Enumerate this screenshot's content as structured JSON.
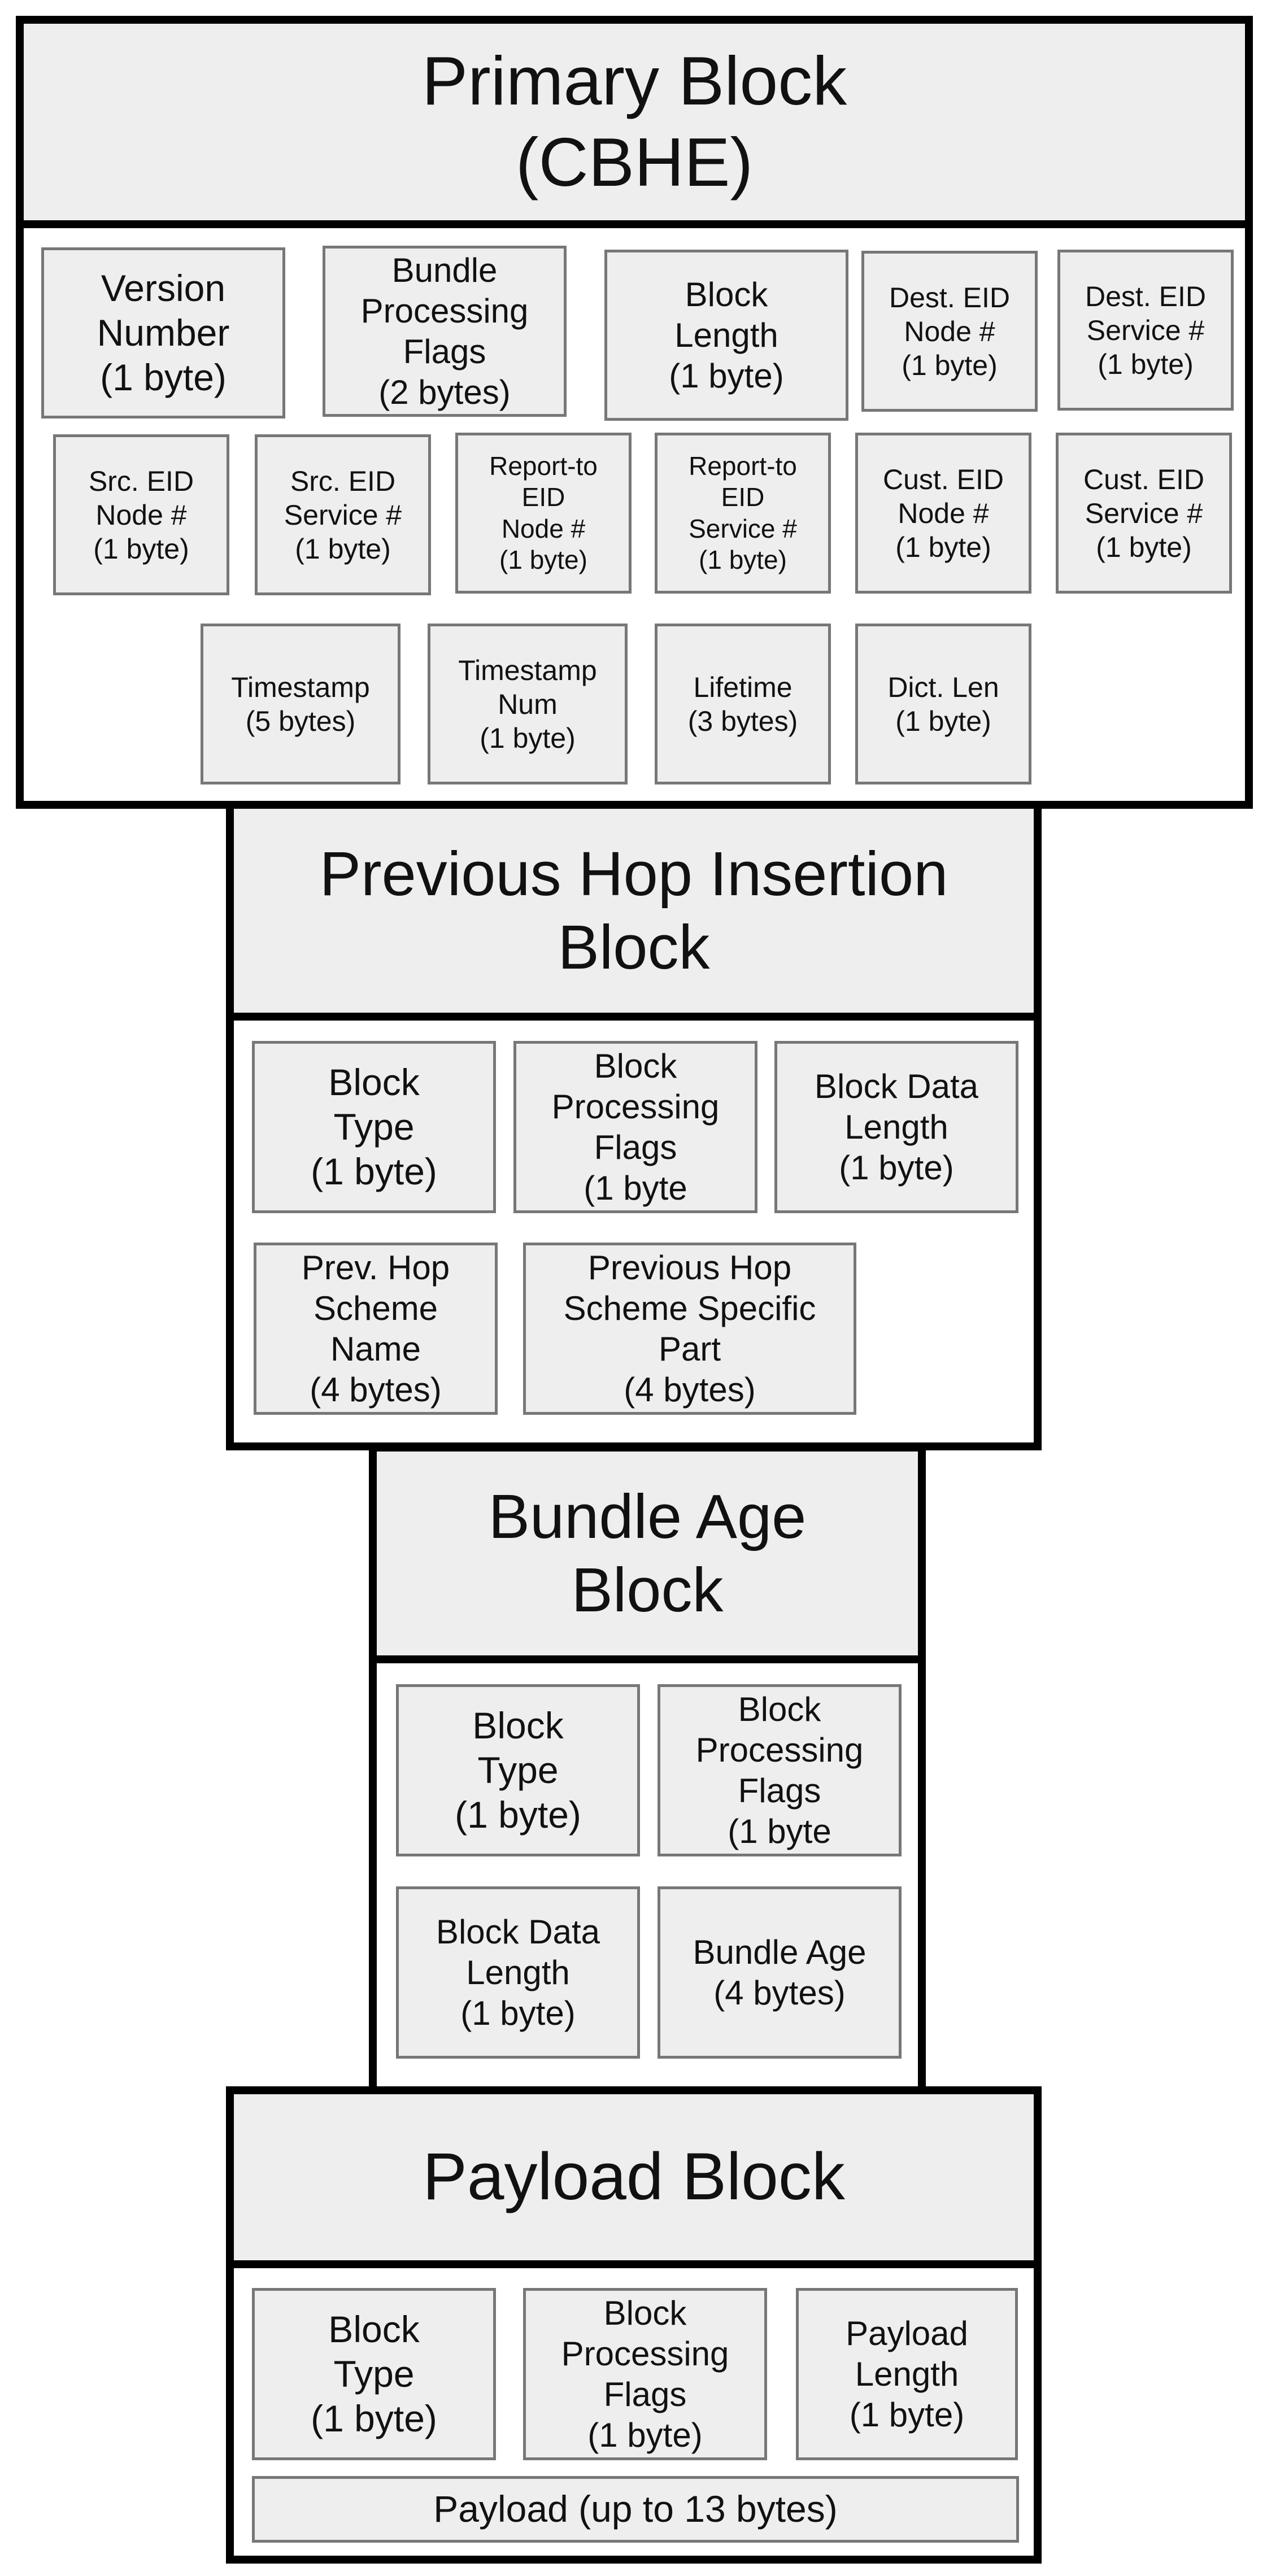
{
  "blocks": {
    "primary": {
      "title": [
        "Primary Block",
        "(CBHE)"
      ],
      "fields": {
        "version": [
          "Version",
          "Number",
          "(1 byte)"
        ],
        "flags": [
          "Bundle",
          "Processing",
          "Flags",
          "(2 bytes)"
        ],
        "block_length": [
          "Block",
          "Length",
          "(1 byte)"
        ],
        "dest_node": [
          "Dest. EID",
          "Node #",
          "(1 byte)"
        ],
        "dest_service": [
          "Dest. EID",
          "Service #",
          "(1 byte)"
        ],
        "src_node": [
          "Src. EID",
          "Node #",
          "(1 byte)"
        ],
        "src_service": [
          "Src. EID",
          "Service #",
          "(1 byte)"
        ],
        "report_node": [
          "Report-to",
          "EID",
          "Node #",
          "(1 byte)"
        ],
        "report_service": [
          "Report-to",
          "EID",
          "Service #",
          "(1 byte)"
        ],
        "cust_node": [
          "Cust. EID",
          "Node #",
          "(1 byte)"
        ],
        "cust_service": [
          "Cust. EID",
          "Service #",
          "(1 byte)"
        ],
        "timestamp": [
          "Timestamp",
          "(5 bytes)"
        ],
        "timestamp_num": [
          "Timestamp",
          "Num",
          "(1 byte)"
        ],
        "lifetime": [
          "Lifetime",
          "(3 bytes)"
        ],
        "dict_len": [
          "Dict. Len",
          "(1 byte)"
        ]
      }
    },
    "previous_hop": {
      "title": [
        "Previous Hop Insertion",
        "Block"
      ],
      "fields": {
        "block_type": [
          "Block",
          "Type",
          "(1 byte)"
        ],
        "processing_flags": [
          "Block",
          "Processing",
          "Flags",
          "(1 byte"
        ],
        "data_length": [
          "Block Data",
          "Length",
          "(1 byte)"
        ],
        "scheme_name": [
          "Prev. Hop",
          "Scheme",
          "Name",
          "(4 bytes)"
        ],
        "scheme_part": [
          "Previous Hop",
          "Scheme Specific",
          "Part",
          "(4 bytes)"
        ]
      }
    },
    "bundle_age": {
      "title": [
        "Bundle Age",
        "Block"
      ],
      "fields": {
        "block_type": [
          "Block",
          "Type",
          "(1 byte)"
        ],
        "processing_flags": [
          "Block",
          "Processing",
          "Flags",
          "(1 byte"
        ],
        "data_length": [
          "Block Data",
          "Length",
          "(1 byte)"
        ],
        "bundle_age": [
          "Bundle Age",
          "(4 bytes)"
        ]
      }
    },
    "payload": {
      "title": [
        "Payload Block"
      ],
      "fields": {
        "block_type": [
          "Block",
          "Type",
          "(1 byte)"
        ],
        "processing_flags": [
          "Block",
          "Processing",
          "Flags",
          "(1 byte)"
        ],
        "payload_length": [
          "Payload",
          "Length",
          "(1 byte)"
        ],
        "payload": [
          "Payload (up to 13 bytes)"
        ]
      }
    }
  }
}
